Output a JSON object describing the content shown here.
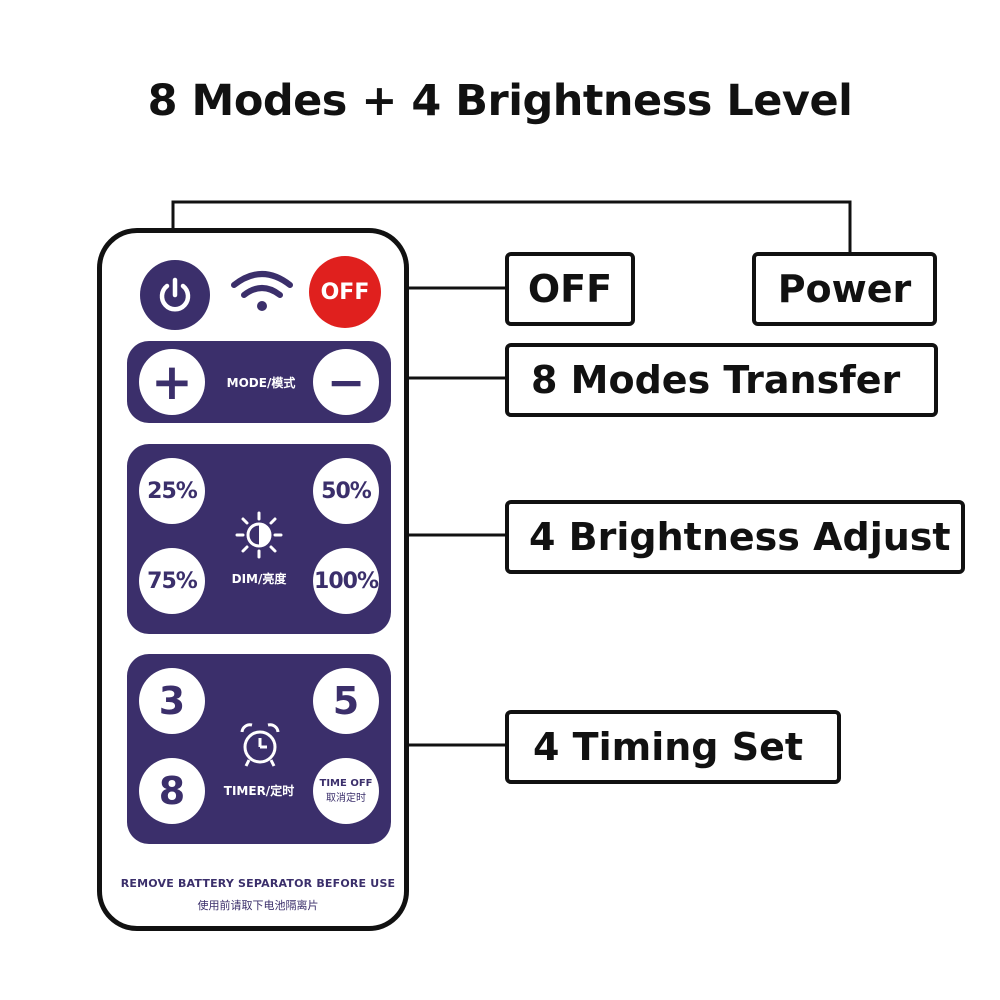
{
  "title": "8 Modes + 4 Brightness Level",
  "remote": {
    "power_icon": "power-icon",
    "wifi_icon": "wifi-icon",
    "off_button": "OFF",
    "mode_plus": "+",
    "mode_label": "MODE/模式",
    "mode_minus": "−",
    "brightness": [
      "25%",
      "50%",
      "75%",
      "100%"
    ],
    "dim_label": "DIM/亮度",
    "timer": [
      "3",
      "5",
      "8"
    ],
    "timer_label": "TIMER/定时",
    "time_off_en": "TIME OFF",
    "time_off_cn": "取消定时",
    "footer_en": "REMOVE BATTERY SEPARATOR BEFORE USE",
    "footer_cn": "使用前请取下电池隔离片"
  },
  "labels": {
    "off": "OFF",
    "power": "Power",
    "modes": "8 Modes Transfer",
    "brightness": "4 Brightness Adjust",
    "timing": "4 Timing Set"
  },
  "colors": {
    "panel": "#3b2f6b",
    "off_red": "#e0201e"
  }
}
